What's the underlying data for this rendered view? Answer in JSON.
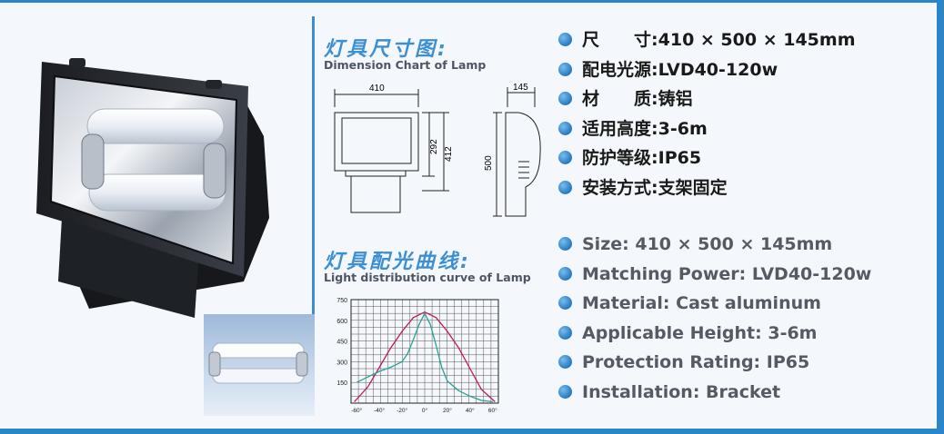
{
  "headings": {
    "dimension_cn": "灯具尺寸图:",
    "dimension_en": "Dimension Chart of Lamp",
    "curve_cn": "灯具配光曲线:",
    "curve_en": "Light distribution curve of Lamp"
  },
  "drawing": {
    "width_label": "410",
    "depth_label": "145",
    "height1_label": "292",
    "height2_label": "412",
    "height3_label": "500"
  },
  "specs_cn": [
    {
      "label": "尺　　寸",
      "sep": ":",
      "value": "410 × 500 × 145mm"
    },
    {
      "label": "配电光源",
      "sep": ":",
      "value": "LVD40-120w"
    },
    {
      "label": "材　　质",
      "sep": ":",
      "value": "铸铝"
    },
    {
      "label": "适用高度",
      "sep": ":",
      "value": "3-6m"
    },
    {
      "label": "防护等级",
      "sep": ":",
      "value": "IP65"
    },
    {
      "label": "安装方式",
      "sep": ":",
      "value": "支架固定"
    }
  ],
  "specs_en": [
    "Size: 410 × 500 × 145mm",
    "Matching Power: LVD40-120w",
    "Material: Cast aluminum",
    "Applicable Height: 3-6m",
    "Protection Rating: IP65",
    "Installation: Bracket"
  ],
  "chart_data": {
    "type": "line",
    "title": "",
    "xlabel": "",
    "ylabel": "",
    "x": [
      -60,
      -40,
      -20,
      0,
      20,
      40,
      60
    ],
    "x_tick_labels": [
      "-60°",
      "-40°",
      "-20°",
      "0°",
      "20°",
      "40°",
      "60°"
    ],
    "y_ticks": [
      150,
      300,
      450,
      600,
      750
    ],
    "ylim": [
      0,
      750
    ],
    "xlim": [
      -65,
      65
    ],
    "grid": true,
    "series": [
      {
        "color": "#c2185b",
        "x": [
          -62,
          -50,
          -40,
          -30,
          -20,
          -10,
          0,
          10,
          20,
          30,
          40,
          50,
          62
        ],
        "values": [
          10,
          120,
          260,
          400,
          520,
          620,
          660,
          620,
          520,
          400,
          250,
          100,
          10
        ]
      },
      {
        "color": "#2aa198",
        "x": [
          -60,
          -50,
          -40,
          -30,
          -20,
          -15,
          -10,
          -5,
          0,
          5,
          10,
          15,
          20,
          30,
          40,
          50,
          60
        ],
        "values": [
          150,
          190,
          230,
          260,
          300,
          360,
          460,
          570,
          650,
          570,
          420,
          260,
          160,
          90,
          50,
          20,
          10
        ]
      }
    ]
  }
}
